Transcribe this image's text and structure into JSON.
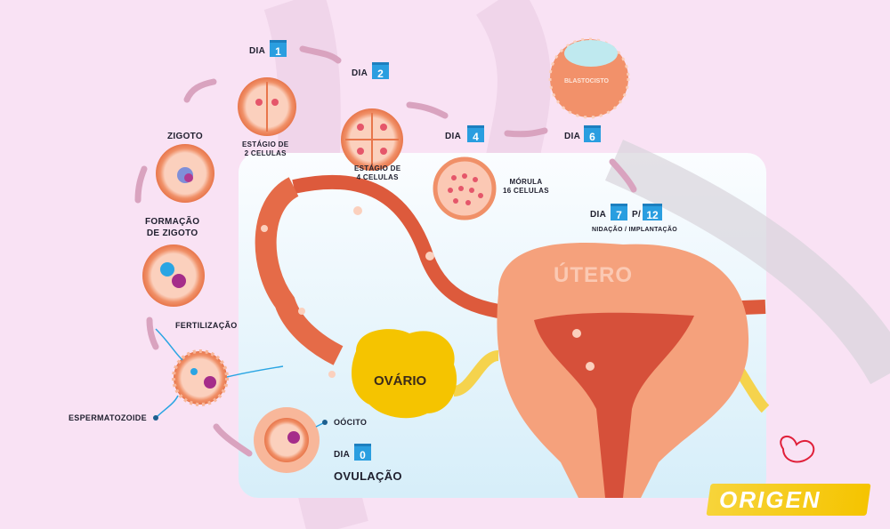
{
  "title": "Fertilização e nidação",
  "labels": {
    "dia": "DIA",
    "p": "P/",
    "zigoto": "ZIGOTO",
    "formacao_1": "FORMAÇÃO",
    "formacao_2": "DE ZIGOTO",
    "fertilizacao": "FERTILIZAÇÃO",
    "espermatozoide": "ESPERMATOZOIDE",
    "oocito": "OÓCITO",
    "ovulacao": "OVULAÇÃO",
    "estagio2_1": "ESTÁGIO DE",
    "estagio2_2": "2 CELULAS",
    "estagio4_1": "ESTÁGIO DE",
    "estagio4_2": "4 CELULAS",
    "morula_1": "MÓRULA",
    "morula_2": "16 CELULAS",
    "blastocisto": "BLASTOCISTO",
    "nidacao": "NIDAÇÃO / IMPLANTAÇÃO",
    "ovario": "OVÁRIO",
    "utero": "ÚTERO"
  },
  "days": {
    "d0": "0",
    "d1": "1",
    "d2": "2",
    "d4": "4",
    "d6": "6",
    "d7": "7",
    "d12": "12"
  },
  "logo": {
    "text": "ORIGEN"
  },
  "colors": {
    "background": "#f9e2f4",
    "calendar": "#2a9ee0",
    "cell": "#f08a5d",
    "ovary": "#f5c400",
    "logo": "#f5c400"
  }
}
